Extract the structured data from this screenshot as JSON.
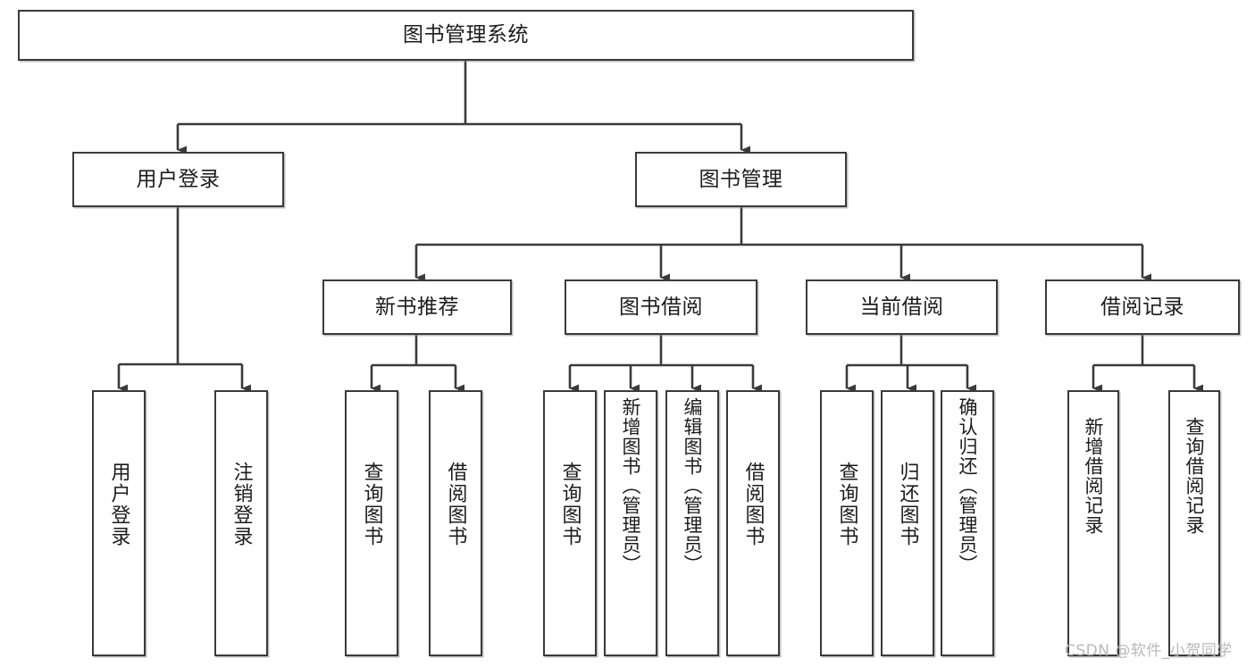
{
  "diagram": {
    "title": "图书管理系统",
    "type": "tree-hierarchy-diagram",
    "watermark": "CSDN @软件_小贺同学",
    "colors": {
      "node_border": "#3a3a3a",
      "node_fill": "#ffffff",
      "edge": "#3a3a3a",
      "text": "#1c1c1c",
      "watermark": "#b9b9b9",
      "background": "#ffffff"
    },
    "levels": {
      "root": {
        "label": "图书管理系统"
      },
      "level2": [
        {
          "id": "user-login",
          "label": "用户登录"
        },
        {
          "id": "book-management",
          "label": "图书管理"
        }
      ],
      "level3": [
        {
          "id": "new-book-recommend",
          "label": "新书推荐",
          "parent": "book-management"
        },
        {
          "id": "book-borrow",
          "label": "图书借阅",
          "parent": "book-management"
        },
        {
          "id": "current-borrow",
          "label": "当前借阅",
          "parent": "book-management"
        },
        {
          "id": "borrow-record",
          "label": "借阅记录",
          "parent": "book-management"
        }
      ],
      "leaves": [
        {
          "id": "leaf-user-login",
          "label": "用户登录",
          "parent": "user-login"
        },
        {
          "id": "leaf-logout-login",
          "label": "注销登录",
          "parent": "user-login"
        },
        {
          "id": "leaf-query-book-1",
          "label": "查询图书",
          "parent": "new-book-recommend"
        },
        {
          "id": "leaf-borrow-book-1",
          "label": "借阅图书",
          "parent": "new-book-recommend"
        },
        {
          "id": "leaf-query-book-2",
          "label": "查询图书",
          "parent": "book-borrow"
        },
        {
          "id": "leaf-add-book",
          "label": "新增图书（管理员）",
          "parent": "book-borrow"
        },
        {
          "id": "leaf-edit-book",
          "label": "编辑图书（管理员）",
          "parent": "book-borrow"
        },
        {
          "id": "leaf-borrow-book-2",
          "label": "借阅图书",
          "parent": "book-borrow"
        },
        {
          "id": "leaf-query-book-3",
          "label": "查询图书",
          "parent": "current-borrow"
        },
        {
          "id": "leaf-return-book",
          "label": "归还图书",
          "parent": "current-borrow"
        },
        {
          "id": "leaf-confirm-return",
          "label": "确认归还（管理员）",
          "parent": "current-borrow"
        },
        {
          "id": "leaf-add-record",
          "label": "新增借阅记录",
          "parent": "borrow-record"
        },
        {
          "id": "leaf-query-record",
          "label": "查询借阅记录",
          "parent": "borrow-record"
        }
      ]
    }
  }
}
